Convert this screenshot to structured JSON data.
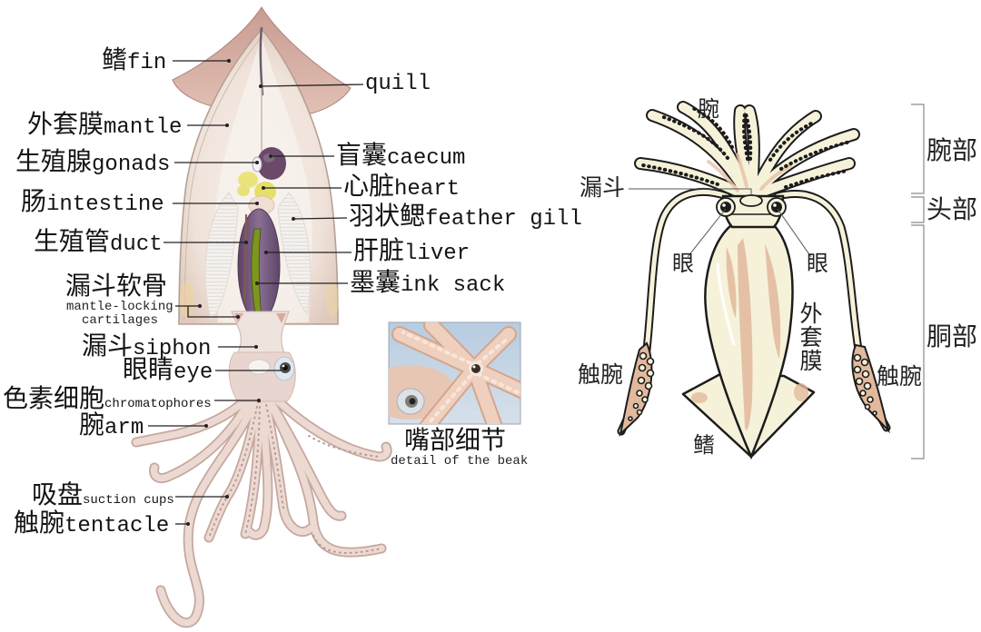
{
  "left_diagram": {
    "labels": {
      "fin": {
        "zh": "鳍",
        "en": "fin"
      },
      "quill": {
        "en": "quill"
      },
      "mantle": {
        "zh": "外套膜",
        "en": "mantle"
      },
      "gonads": {
        "zh": "生殖腺",
        "en": "gonads"
      },
      "caecum": {
        "zh": "盲囊",
        "en": "caecum"
      },
      "heart": {
        "zh": "心脏",
        "en": "heart"
      },
      "intestine": {
        "zh": "肠",
        "en": "intestine"
      },
      "feather_gill": {
        "zh": "羽状鳃",
        "en": "feather gill"
      },
      "duct": {
        "zh": "生殖管",
        "en": "duct"
      },
      "liver": {
        "zh": "肝脏",
        "en": "liver"
      },
      "ink_sack": {
        "zh": "墨囊",
        "en": "ink sack"
      },
      "cartilages": {
        "zh": "漏斗软骨",
        "en_line1": "mantle-locking",
        "en_line2": "cartilages"
      },
      "siphon": {
        "zh": "漏斗",
        "en": "siphon"
      },
      "eye": {
        "zh": "眼睛",
        "en": "eye"
      },
      "chromatophores": {
        "zh": "色素细胞",
        "en": "chromatophores"
      },
      "arm": {
        "zh": "腕",
        "en": "arm"
      },
      "suction_cups": {
        "zh": "吸盘",
        "en": "suction cups"
      },
      "tentacle": {
        "zh": "触腕",
        "en": "tentacle"
      }
    },
    "detail_inset": {
      "caption_zh": "嘴部细节",
      "caption_en": "detail of the beak"
    }
  },
  "right_diagram": {
    "labels": {
      "arm": "腕",
      "funnel": "漏斗",
      "eye_left": "眼",
      "eye_right": "眼",
      "mantle": "外套膜",
      "tentacle_left": "触腕",
      "tentacle_right": "触腕",
      "fin": "鳍"
    },
    "regions": {
      "arms": "腕部",
      "head": "头部",
      "trunk": "胴部"
    }
  },
  "colors": {
    "fin": "#cfa79c",
    "mantle": "#efe2d8",
    "liver": "#6b5078",
    "ink_sack": "#7c961e",
    "heart": "#e6df68",
    "line_drawing_fill": "#f6f2da",
    "line_drawing_blush": "#e2b99c",
    "inset_background": "#bcd0e2"
  }
}
